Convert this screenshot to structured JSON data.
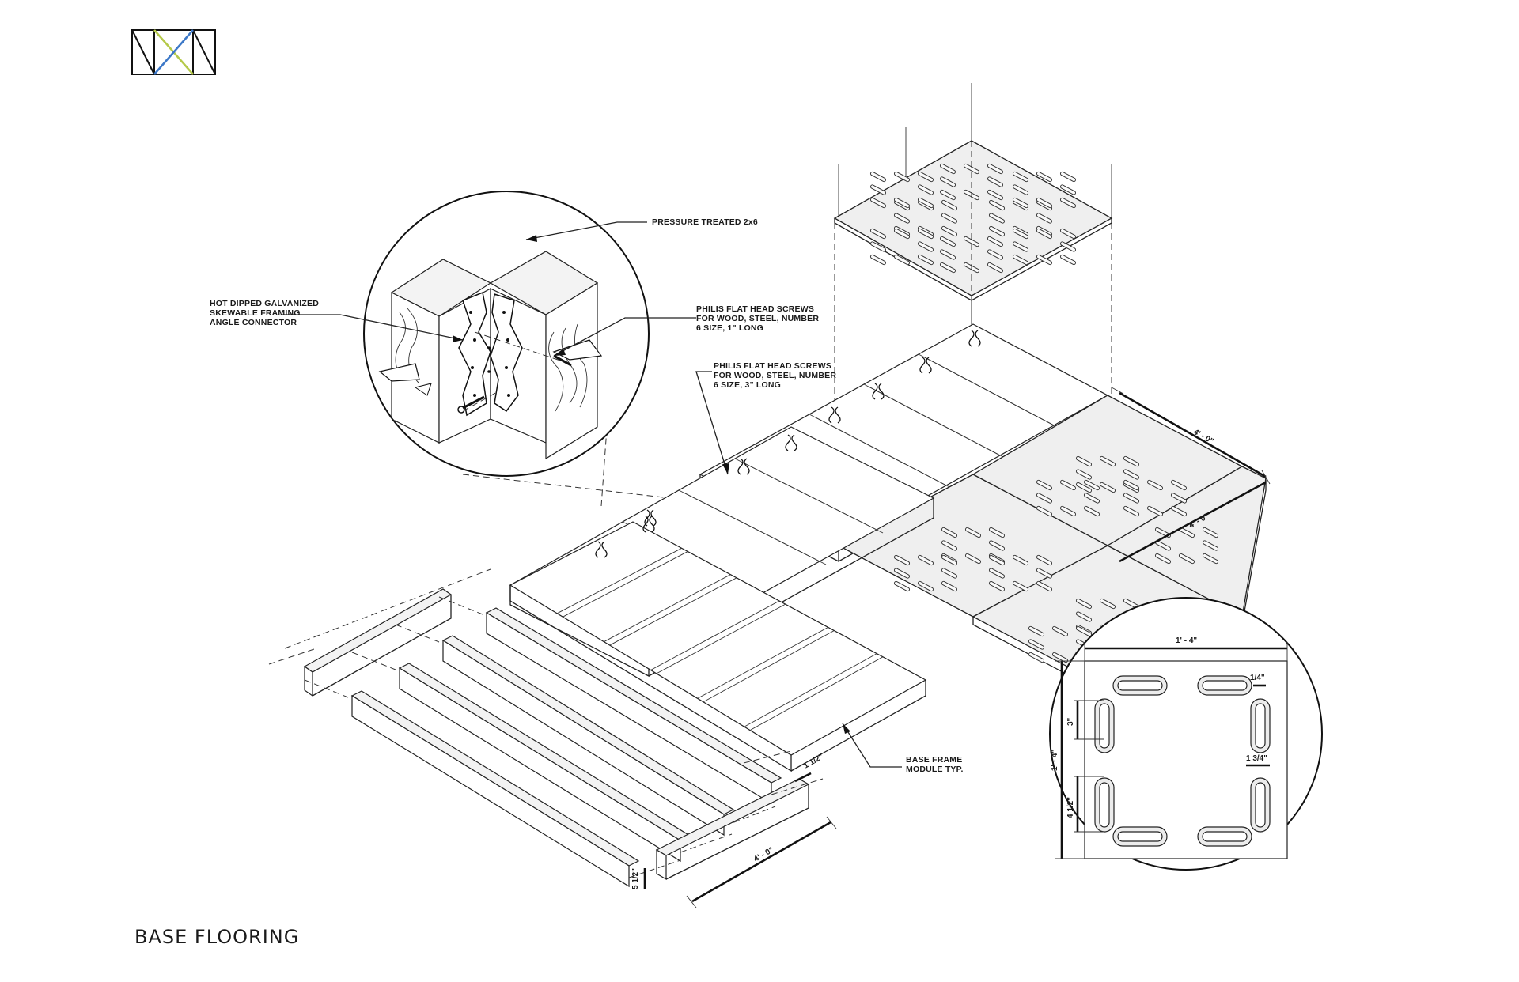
{
  "sheet": {
    "title": "BASE FLOORING",
    "logo": "nxn-monogram-logo"
  },
  "callouts": {
    "pressure_treated": "PRESSURE TREATED 2x6",
    "connector": [
      "HOT DIPPED GALVANIZED",
      "SKEWABLE FRAMING",
      "ANGLE CONNECTOR"
    ],
    "screws_short": [
      "PHILIS FLAT HEAD SCREWS",
      "FOR WOOD, STEEL, NUMBER",
      "6 SIZE, 1\" LONG"
    ],
    "screws_long": [
      "PHILIS FLAT HEAD SCREWS",
      "FOR WOOD, STEEL, NUMBER",
      "6 SIZE, 3\" LONG"
    ],
    "base_frame": [
      "BASE FRAME",
      "MODULE TYP."
    ]
  },
  "dimensions": {
    "frame_width": "4' - 0\"",
    "frame_depth": "4' - 0\"",
    "board_thickness": "1 1/2\"",
    "board_height": "5 1/2\"",
    "tile_width": "1' - 4\"",
    "tile_height": "1' - 4\"",
    "slot_width": "1/4\"",
    "slot_length": "3\"",
    "slot_spacing": "4 1/2\"",
    "slot_offset": "1 3/4\""
  },
  "colors": {
    "line": "#222222",
    "logo_green": "#b5c94a",
    "logo_blue": "#3c78c8"
  }
}
